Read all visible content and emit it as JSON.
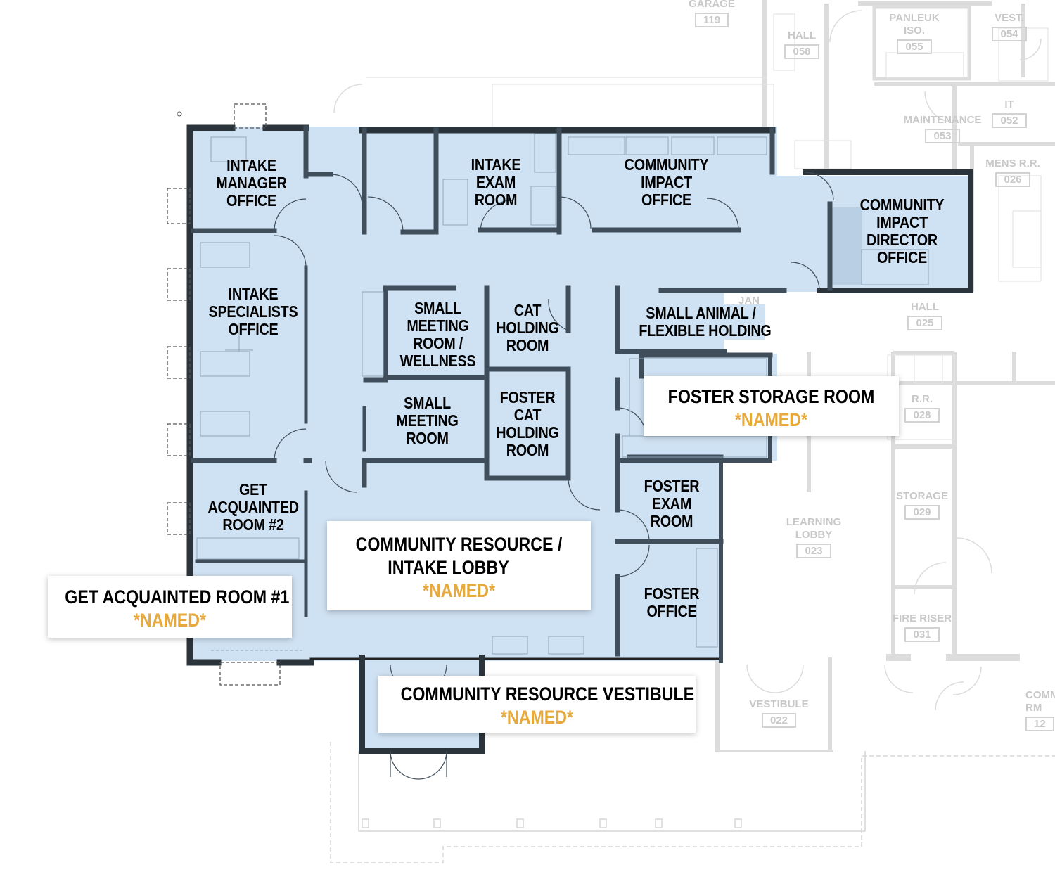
{
  "plan": {
    "colors": {
      "room_fill": "#cfe2f3",
      "wall": "#3f4e5a",
      "wall_dark": "#2b343b",
      "ghost_line": "#dcdcdc",
      "ghost_text": "#c8c8c8",
      "named_accent": "#e7a93b",
      "label_text": "#000000"
    },
    "rooms": [
      {
        "id": "intake-manager-office",
        "lines": [
          "INTAKE",
          "MANAGER",
          "OFFICE"
        ]
      },
      {
        "id": "intake-exam-room",
        "lines": [
          "INTAKE",
          "EXAM",
          "ROOM"
        ]
      },
      {
        "id": "community-impact-office",
        "lines": [
          "COMMUNITY",
          "IMPACT",
          "OFFICE"
        ]
      },
      {
        "id": "community-impact-director-office",
        "lines": [
          "COMMUNITY",
          "IMPACT",
          "DIRECTOR",
          "OFFICE"
        ]
      },
      {
        "id": "intake-specialists-office",
        "lines": [
          "INTAKE",
          "SPECIALISTS",
          "OFFICE"
        ]
      },
      {
        "id": "small-meeting-room-wellness",
        "lines": [
          "SMALL",
          "MEETING",
          "ROOM /",
          "WELLNESS"
        ]
      },
      {
        "id": "cat-holding-room",
        "lines": [
          "CAT",
          "HOLDING",
          "ROOM"
        ]
      },
      {
        "id": "small-animal-flexible-holding",
        "lines": [
          "SMALL ANIMAL /",
          "FLEXIBLE HOLDING"
        ]
      },
      {
        "id": "small-meeting-room",
        "lines": [
          "SMALL",
          "MEETING",
          "ROOM"
        ]
      },
      {
        "id": "foster-cat-holding-room",
        "lines": [
          "FOSTER",
          "CAT",
          "HOLDING",
          "ROOM"
        ]
      },
      {
        "id": "get-acquainted-room-2",
        "lines": [
          "GET",
          "ACQUAINTED",
          "ROOM #2"
        ]
      },
      {
        "id": "foster-exam-room",
        "lines": [
          "FOSTER",
          "EXAM",
          "ROOM"
        ]
      },
      {
        "id": "foster-office",
        "lines": [
          "FOSTER",
          "OFFICE"
        ]
      }
    ],
    "named_callouts": [
      {
        "id": "foster-storage-room",
        "title": [
          "FOSTER STORAGE ROOM"
        ],
        "tag": "*NAMED*"
      },
      {
        "id": "community-resource-intake-lobby",
        "title": [
          "COMMUNITY RESOURCE /",
          "INTAKE LOBBY"
        ],
        "tag": "*NAMED*"
      },
      {
        "id": "get-acquainted-room-1",
        "title": [
          "GET ACQUAINTED ROOM #1"
        ],
        "tag": "*NAMED*"
      },
      {
        "id": "community-resource-vestibule",
        "title": [
          "COMMUNITY RESOURCE VESTIBULE"
        ],
        "tag": "*NAMED*"
      }
    ],
    "existing_rooms": [
      {
        "id": "garage",
        "name": "GARAGE",
        "number": "119"
      },
      {
        "id": "hall-058",
        "name": "HALL",
        "number": "058"
      },
      {
        "id": "panleuk-iso",
        "name": "PANLEUK ISO.",
        "number": "055"
      },
      {
        "id": "vest-054",
        "name": "VEST.",
        "number": "054"
      },
      {
        "id": "it",
        "name": "IT",
        "number": "052"
      },
      {
        "id": "maintenance",
        "name": "MAINTENANCE",
        "number": "053"
      },
      {
        "id": "mens-rr",
        "name": "MENS R.R.",
        "number": "026"
      },
      {
        "id": "hall-025",
        "name": "HALL",
        "number": "025"
      },
      {
        "id": "jan",
        "name": "JAN",
        "number": ""
      },
      {
        "id": "rr-028",
        "name": "R.R.",
        "number": "028"
      },
      {
        "id": "storage-029",
        "name": "STORAGE",
        "number": "029"
      },
      {
        "id": "learning-lobby",
        "name": "LEARNING LOBBY",
        "number": "023"
      },
      {
        "id": "fire-riser",
        "name": "FIRE RISER",
        "number": "031"
      },
      {
        "id": "vestibule-022",
        "name": "VESTIBULE",
        "number": "022"
      },
      {
        "id": "comm-rm",
        "name": "COMM RM",
        "number": "12"
      }
    ]
  }
}
